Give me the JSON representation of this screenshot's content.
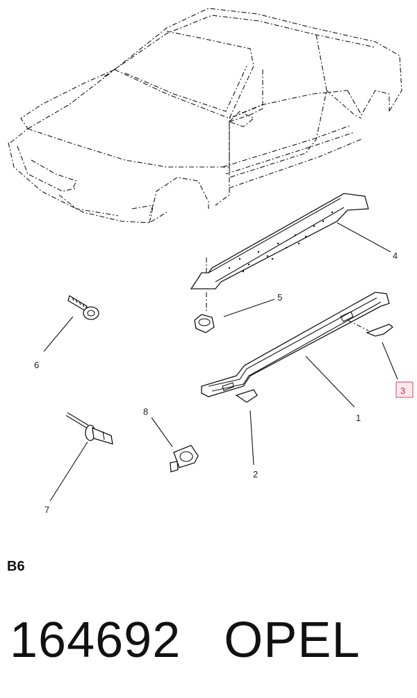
{
  "diagram": {
    "callouts": [
      {
        "id": "c1",
        "label": "1"
      },
      {
        "id": "c2",
        "label": "2"
      },
      {
        "id": "c3",
        "label": "3",
        "highlighted": true
      },
      {
        "id": "c4",
        "label": "4"
      },
      {
        "id": "c5",
        "label": "5"
      },
      {
        "id": "c6",
        "label": "6"
      },
      {
        "id": "c7",
        "label": "7"
      },
      {
        "id": "c8",
        "label": "8"
      }
    ],
    "highlight_color": "#e04060"
  },
  "footer": {
    "section_code": "B6",
    "part_number": "164692",
    "brand": "OPEL"
  }
}
